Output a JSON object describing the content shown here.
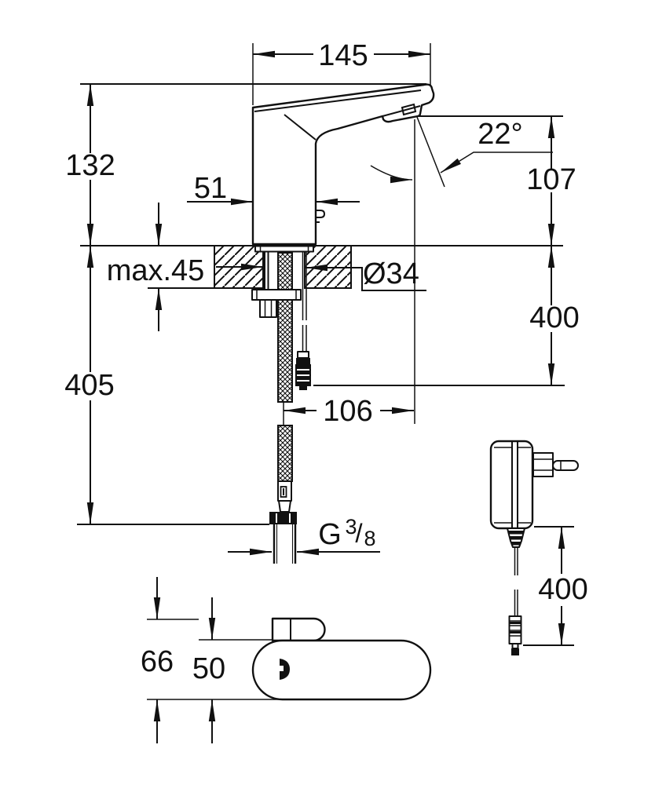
{
  "drawing": {
    "kind": "faucet-technical-dimension-drawing",
    "views": [
      "side-view",
      "top-view",
      "power-adapter"
    ],
    "colors": {
      "ink": "#111111",
      "paper": "#ffffff"
    }
  },
  "labels": {
    "spout_width": "145",
    "height_above_deck": "132",
    "spout_front_depth": "51",
    "stream_angle": "22°",
    "outlet_to_deck": "107",
    "deck_max_thickness": "max.45",
    "hole_diameter": "Ø34",
    "below_deck_length": "400",
    "hose_length": "405",
    "outlet_offset": "106",
    "thread_G": "G",
    "thread_numerator": "3",
    "thread_slash": "/",
    "thread_denominator": "8",
    "top_width_total": "66",
    "top_body_width": "50",
    "adapter_cable_length": "400"
  }
}
